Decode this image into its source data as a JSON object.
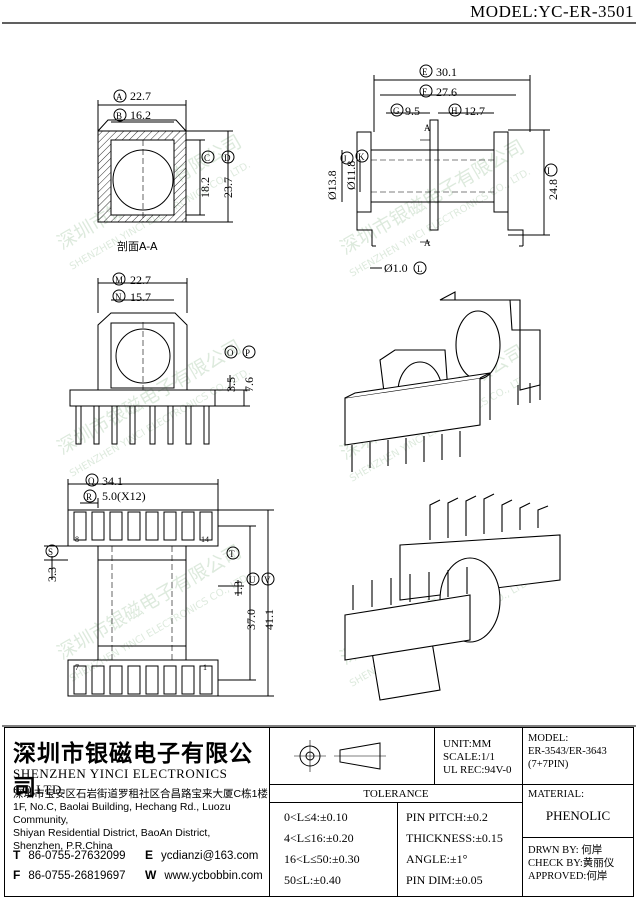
{
  "model_header": "MODEL:YC-ER-3501",
  "dims": {
    "A": "22.7",
    "B": "16.2",
    "C": "18.2",
    "D": "23.7",
    "E": "30.1",
    "F": "27.6",
    "G": "9.5",
    "H": "12.7",
    "J": "Ø13.8",
    "K": "Ø11.8",
    "L": "Ø1.0",
    "I": "24.8",
    "M": "22.7",
    "N": "15.7",
    "O": "3.5",
    "P": "7.6",
    "Q": "34.1",
    "R": "5.0(X12)",
    "S": "3.3",
    "T": "1.3",
    "U": "37.0",
    "V": "41.1",
    "section_label": "剖面A-A",
    "pin1": "1",
    "pin7": "7",
    "pin8": "8",
    "pin14": "14",
    "marker_a": "A"
  },
  "watermark": {
    "cn": "深圳市银磁电子有限公司",
    "en": "SHENZHEN YINCI ELECTRONICS CO., LTD."
  },
  "company": {
    "name_cn": "深圳市银磁电子有限公司",
    "name_en": "SHENZHEN YINCI ELECTRONICS CO,LTD.",
    "addr_cn": "深圳市宝安区石岩街道罗租社区合昌路宝来大厦C栋1楼",
    "addr_en1": "1F, No.C, Baolai Building, Hechang Rd., Luozu Community,",
    "addr_en2": "Shiyan Residential District, BaoAn District,",
    "addr_en3": "Shenzhen, P.R.China"
  },
  "contact": {
    "t_label": "T",
    "t_val": "86-0755-27632099",
    "f_label": "F",
    "f_val": "86-0755-26819697",
    "e_label": "E",
    "e_val": "ycdianzi@163.com",
    "w_label": "W",
    "w_val": "www.ycbobbin.com"
  },
  "info": {
    "unit": "UNIT:MM",
    "scale": "SCALE:1/1",
    "ul": "UL REC:94V-0"
  },
  "tolerance": {
    "title": "TOLERANCE",
    "rows_left": [
      "0<L≤4:±0.10",
      "4<L≤16:±0.20",
      "16<L≤50:±0.30",
      "50≤L:±0.40"
    ],
    "rows_right": [
      "PIN PITCH:±0.2",
      "THICKNESS:±0.15",
      "ANGLE:±1°",
      "PIN DIM:±0.05"
    ]
  },
  "model_box": {
    "label": "MODEL:",
    "value": "ER-3543/ER-3643",
    "pins": "(7+7PIN)"
  },
  "material": {
    "label": "MATERIAL:",
    "value": "PHENOLIC"
  },
  "signoff": {
    "drawn": "DRWN BY: 何岸",
    "check": "CHECK BY:黄丽仪",
    "approved": "APPROVED:何岸"
  }
}
